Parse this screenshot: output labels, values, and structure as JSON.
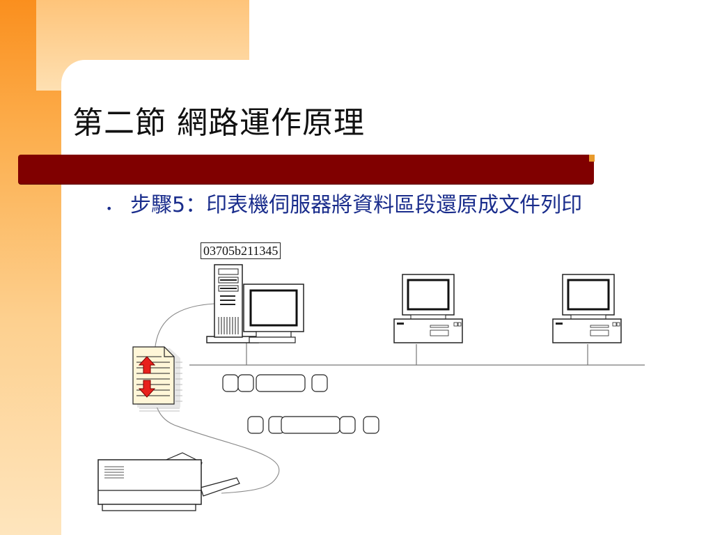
{
  "slide": {
    "title": "第二節  網路運作原理",
    "bullet": "步驟5：印表機伺服器將資料區段還原成文件列印",
    "server_address": "03705b211345"
  },
  "diagram": {
    "nodes": [
      "server-tower",
      "server-monitor",
      "workstation-1",
      "workstation-2",
      "printer",
      "document"
    ],
    "packet_rows": 2
  },
  "colors": {
    "title_bar": "#800000",
    "bullet_text": "#1a2d8c",
    "accent_orange": "#fa8f1e",
    "arrow_red": "#e8201c"
  }
}
